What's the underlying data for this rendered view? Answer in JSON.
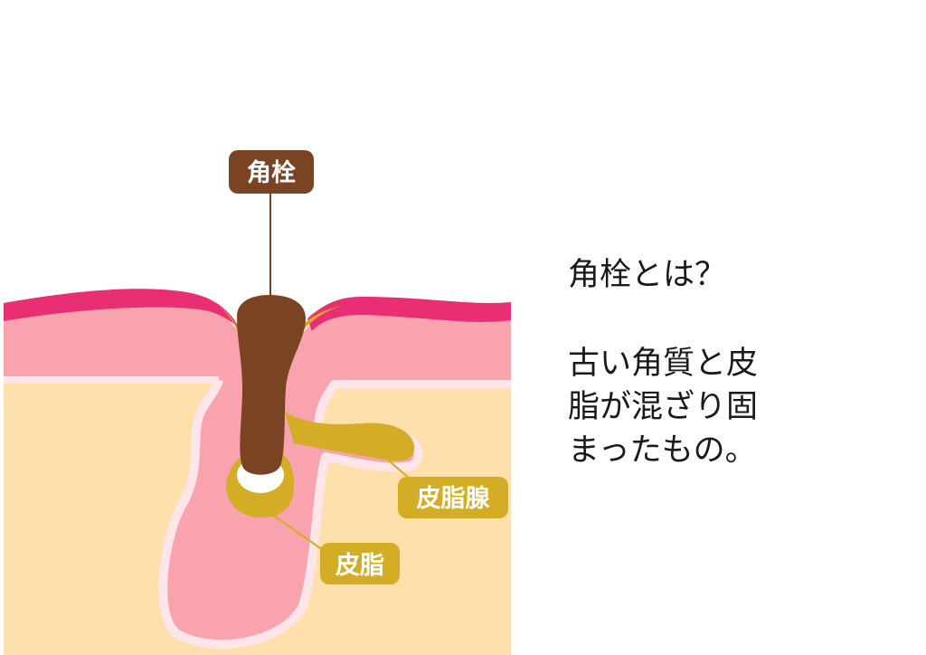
{
  "labels": {
    "plug": "角栓",
    "gland": "皮脂腺",
    "sebum": "皮脂"
  },
  "description": {
    "heading": "角栓とは？",
    "lines": [
      "古い角質と皮",
      "脂が混ざり固",
      "まったもの。"
    ]
  },
  "colors": {
    "epidermis_top": "#ea2e74",
    "skin_pink": "#f8a3ad",
    "dermis": "#fde0ab",
    "follicle_outline": "#fde5ea",
    "plug": "#7a4424",
    "sebum": "#d4ad27",
    "text": "#1a1a1a"
  }
}
